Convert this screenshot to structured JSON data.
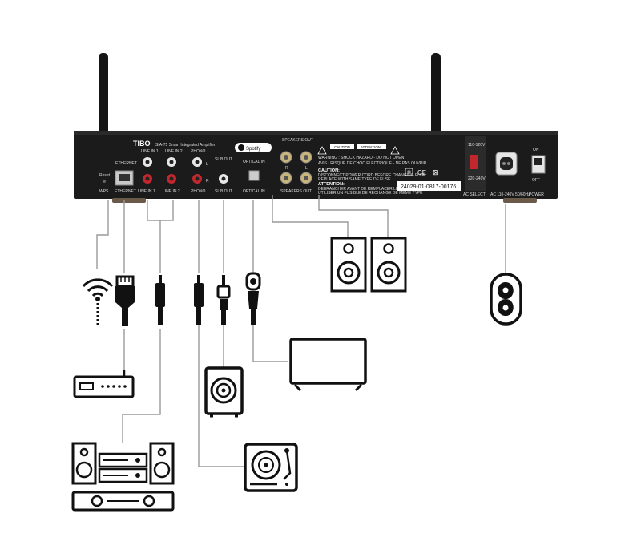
{
  "amplifier": {
    "brand": "TIBO",
    "model": "SIA-75 Smart Integrated Amplifier",
    "serial": "24029-01-0817-00176",
    "spotify_label": "Spotify",
    "warning_line1": "WARNING : SHOCK HAZARD - DO NOT OPEN",
    "warning_line2": "AVIS : RISQUE DE CHOC ELECTRIQUE - NE PAS OUVRIR",
    "caution_badge": "CAUTION",
    "attention_badge": "ATTENTION",
    "caution_title": "CAUTION:",
    "caution_text1": "DISCONNECT POWER CORD BEFORE CHANGING FUSE.",
    "caution_text2": "REPLACE WITH SAME TYPE OF FUSE.",
    "attention_title": "ATTENTION:",
    "attention_text1": "DEBRANCHER AVANT DE REMPLACER LE FUSIBLE",
    "attention_text2": "UTILISER UN FUSIBLE DE RECHANGE DE MEME TYPE",
    "labels": {
      "reset": "Reset",
      "wps": "WPS",
      "ethernet": "ETHERNET",
      "ethernet_top": "ETHERNET",
      "line_in_1": "LINE IN 1",
      "line_in_1_top": "LINE IN 1",
      "line_in_2": "LINE IN 2",
      "line_in_2_top": "LINE IN 2",
      "phono": "PHONO",
      "phono_top": "PHONO",
      "sub_out": "SUB OUT",
      "sub_out_top": "SUB OUT",
      "optical_in": "OPTICAL IN",
      "optical_in_top": "OPTICAL IN",
      "speakers_out": "SPEAKERS OUT",
      "speakers_out_top": "SPEAKERS OUT",
      "r": "R",
      "l": "L",
      "voltage_115": "110-120V",
      "voltage_230": "220-240V",
      "ac_select": "AC SELECT",
      "ac_rating": "AC 110-240V 50/60Hz",
      "on": "ON",
      "off": "OFF",
      "power": "POWER"
    }
  }
}
